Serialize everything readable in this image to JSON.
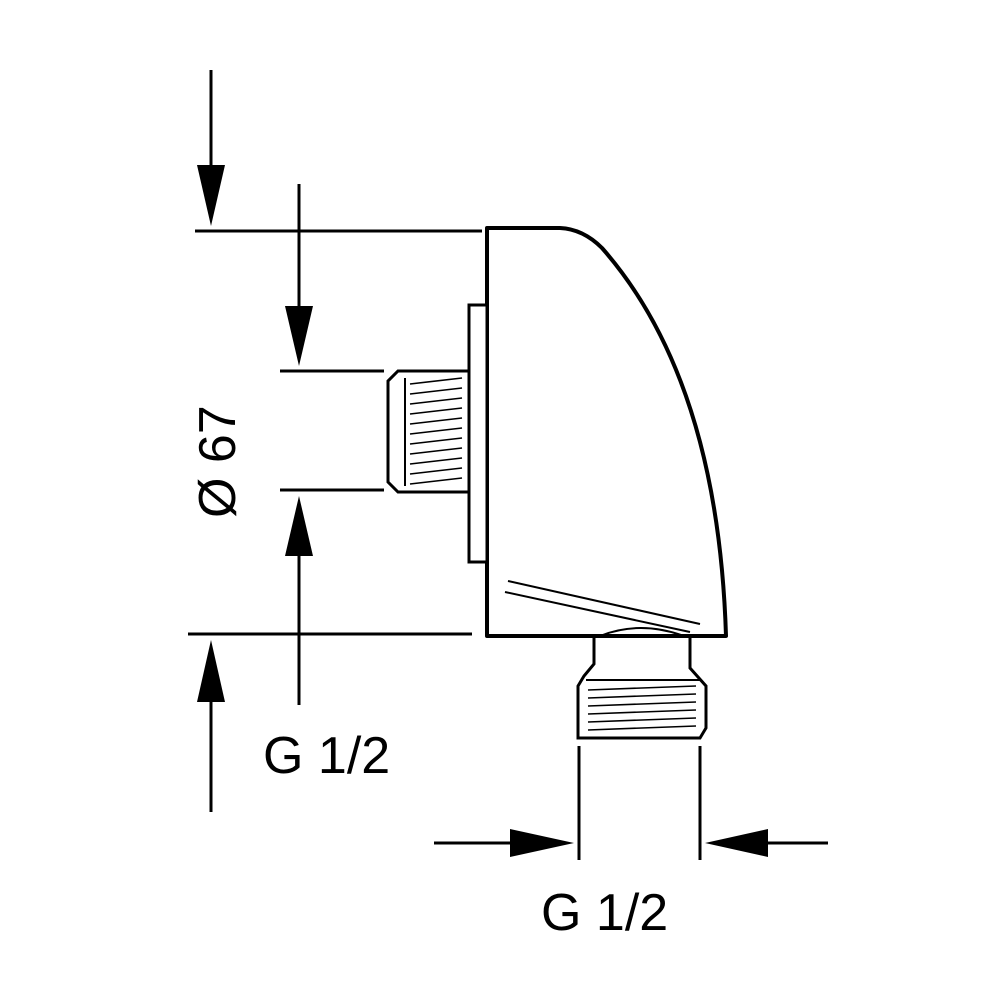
{
  "diagram": {
    "dimensions": {
      "diameter_label": "Ø 67",
      "inlet_thread_label": "G 1/2",
      "outlet_thread_label": "G 1/2"
    }
  }
}
